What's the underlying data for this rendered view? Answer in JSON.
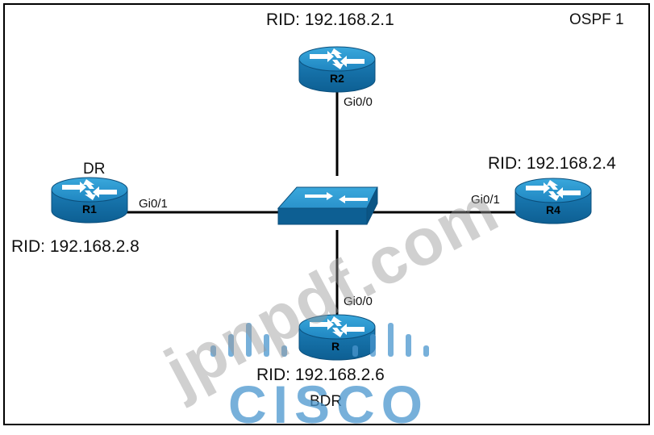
{
  "diagram": {
    "title": "OSPF 1",
    "routers": [
      {
        "id": "R2",
        "name": "R2",
        "rid": "RID: 192.168.2.1",
        "role": "",
        "interface": "Gi0/0"
      },
      {
        "id": "R1",
        "name": "R1",
        "rid": "RID: 192.168.2.8",
        "role": "DR",
        "interface": "Gi0/1"
      },
      {
        "id": "R4",
        "name": "R4",
        "rid": "RID: 192.168.2.4",
        "role": "",
        "interface": "Gi0/1"
      },
      {
        "id": "R3",
        "name": "R",
        "rid": "RID: 192.168.2.6",
        "role": "BDR",
        "interface": "Gi0/0"
      }
    ],
    "switch": {
      "icon": "switch-icon"
    },
    "colors": {
      "device": "#1a7fb8",
      "line": "#000000",
      "cisco": "#4a96cd"
    }
  },
  "watermark": {
    "text": "jpnpdf.com",
    "logo": "CISCO"
  }
}
